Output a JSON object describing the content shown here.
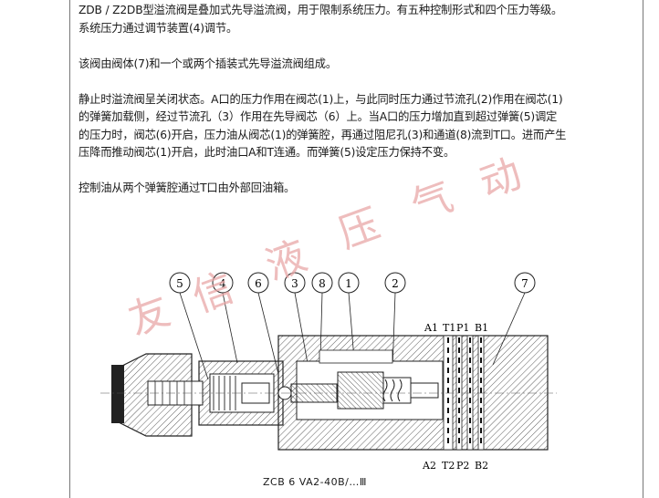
{
  "document": {
    "paragraphs": [
      "ZDB / Z2DB型溢流阀是叠加式先导溢流阀，用于限制系统压力。有五种控制形式和四个压力等级。系统压力通过调节装置(4)调节。",
      "该阀由阀体(7)和一个或两个插装式先导溢流阀组成。",
      "静止时溢流阀呈关闭状态。A口的压力作用在阀芯(1)上，与此同时压力通过节流孔(2)作用在阀芯(1)的弹簧加载侧，经过节流孔（3）作用在先导阀芯（6）上。当A口的压力增加直到超过弹簧(5)调定的压力时，阀芯(6)开启，压力油从阀芯(1)的弹簧腔，再通过阻尼孔(3)和通道(8)流到T口。进而产生压降而推动阀芯(1)开启，此时油口A和T连通。而弹簧(5)设定压力保持不变。",
      "控制油从两个弹簧腔通过T口由外部回油箱。"
    ],
    "lines": [
      "ZDB / Z2DB型溢流阀是叠加式先导溢流阀，用于限制系统压力。有五种控制形式和四个压力等级。",
      "系统压力通过调节装置(4)调节。",
      "该阀由阀体(7)和一个或两个插装式先导溢流阀组成。",
      "静止时溢流阀呈关闭状态。A口的压力作用在阀芯(1)上，与此同时压力通过节流孔(2)作用在阀芯(1)",
      "的弹簧加载侧，经过节流孔（3）作用在先导阀芯（6）上。当A口的压力增加直到超过弹簧(5)调定",
      "的压力时，阀芯(6)开启，压力油从阀芯(1)的弹簧腔，再通过阻尼孔(3)和通道(8)流到T口。进而产生",
      "压降而推动阀芯(1)开启，此时油口A和T连通。而弹簧(5)设定压力保持不变。",
      "控制油从两个弹簧腔通过T口由外部回油箱。"
    ]
  },
  "watermark": {
    "chars": [
      "友",
      "信",
      "液",
      "压",
      "气",
      "动"
    ]
  },
  "diagram": {
    "callouts": [
      "5",
      "4",
      "6",
      "3",
      "8",
      "1",
      "2",
      "7"
    ],
    "ports_top": [
      "A1",
      "T1",
      "P1",
      "B1"
    ],
    "ports_bottom": [
      "A2",
      "T2",
      "P2",
      "B2"
    ],
    "caption": "ZCB 6 VA2-40B/…Ⅲ"
  }
}
